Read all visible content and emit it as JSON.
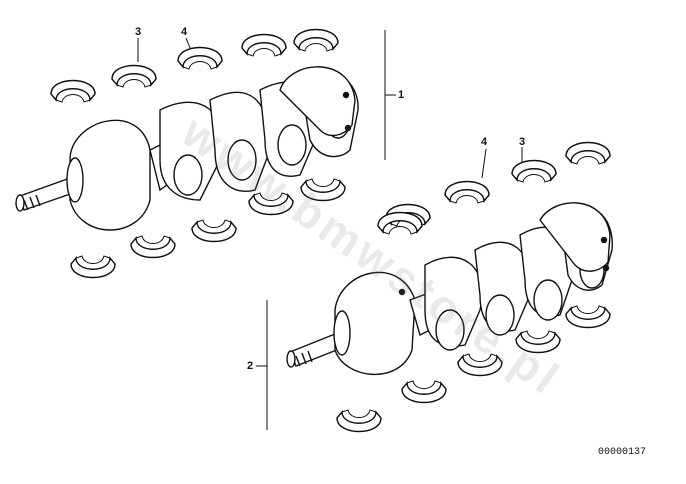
{
  "diagram": {
    "callouts": {
      "c1": "1",
      "c2": "2",
      "c3a": "3",
      "c4a": "4",
      "c3b": "3",
      "c4b": "4"
    },
    "diagram_id": "00000137",
    "watermark": "www.bmwstore.pl"
  },
  "colors": {
    "line": "#111111",
    "background": "#ffffff"
  }
}
